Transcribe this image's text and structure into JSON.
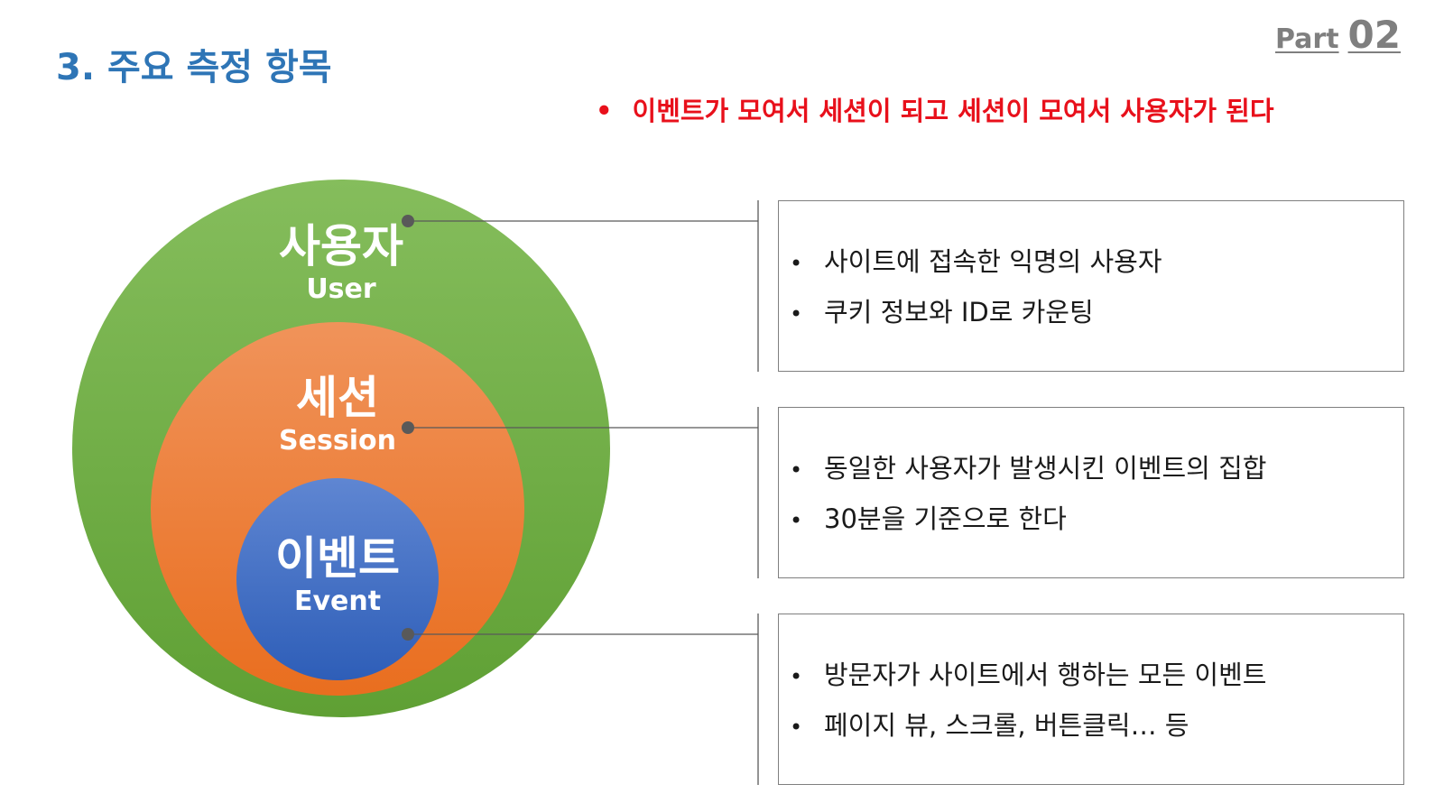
{
  "header": {
    "part_word": "Part",
    "part_number": "02",
    "title": "3. 주요 측정 항목"
  },
  "key_message": {
    "bullet": "•",
    "text": "이벤트가 모여서 세션이 되고 세션이 모여서 사용자가 된다"
  },
  "circles": {
    "user": {
      "ko": "사용자",
      "en": "User"
    },
    "session": {
      "ko": "세션",
      "en": "Session"
    },
    "event": {
      "ko": "이벤트",
      "en": "Event"
    }
  },
  "descriptions": {
    "user": {
      "items": [
        "사이트에 접속한 익명의 사용자",
        "쿠키 정보와 ID로 카운팅"
      ]
    },
    "session": {
      "items": [
        "동일한 사용자가 발생시킨 이벤트의 집합",
        "30분을 기준으로 한다"
      ]
    },
    "event": {
      "items": [
        "방문자가 사이트에서 행하는 모든 이벤트",
        "페이지 뷰, 스크롤, 버튼클릭… 등"
      ]
    }
  },
  "colors": {
    "title": "#2e75b6",
    "key_message": "#e8101b",
    "user_circle": "#70ad47",
    "session_circle": "#ed7d31",
    "event_circle": "#4472c4",
    "connector": "#595959"
  },
  "bullet_glyph": "•"
}
